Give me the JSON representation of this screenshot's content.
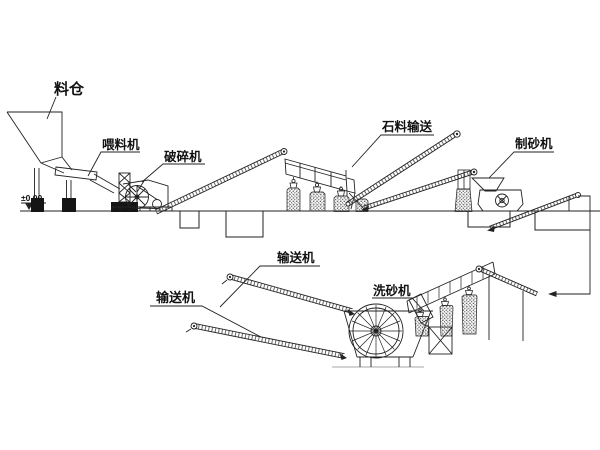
{
  "diagram": {
    "background": "#ffffff",
    "line_color": "#1c1c1c",
    "labels": {
      "hopper": "料仓",
      "feeder": "喂料机",
      "crusher": "破碎机",
      "stone_conveying": "石料输送",
      "sand_maker": "制砂机",
      "conveyor_upper": "输送机",
      "conveyor_lower": "输送机",
      "sand_washer": "洗砂机",
      "elevation": "±0.00"
    }
  }
}
